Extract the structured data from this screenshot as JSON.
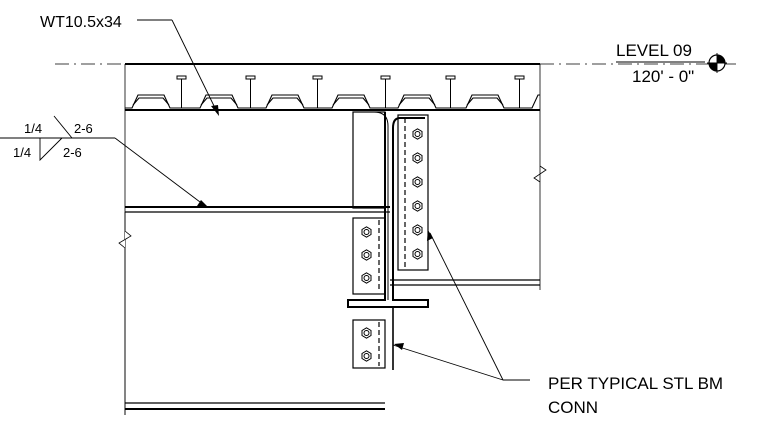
{
  "labels": {
    "member": "WT10.5x34",
    "level_name": "LEVEL 09",
    "level_elevation": "120' - 0\"",
    "weld_top_size": "1/4",
    "weld_top_length": "2-6",
    "weld_bottom_size": "1/4",
    "weld_bottom_length": "2-6",
    "note_line1": "PER TYPICAL STL BM",
    "note_line2": "CONN"
  },
  "icons": {
    "level_marker": "elevation-target-icon"
  }
}
